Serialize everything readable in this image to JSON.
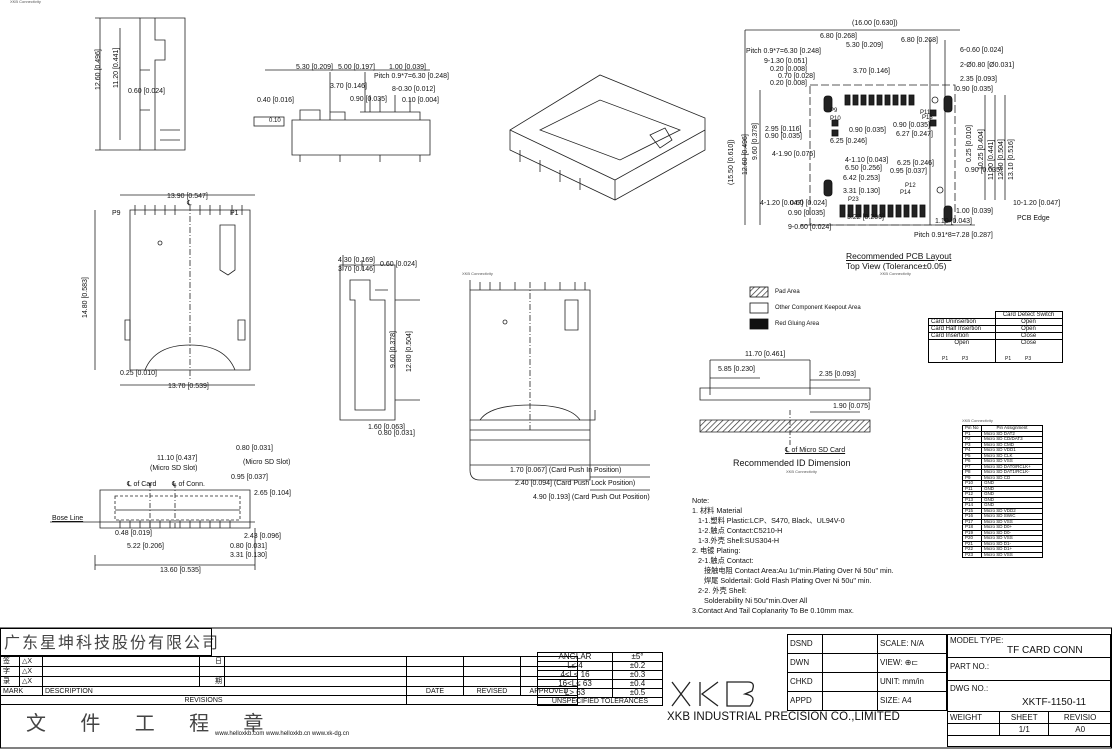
{
  "corner_label": "XKB Connectivity",
  "watermark": "XKB Connectivity",
  "views": {
    "side_left": {
      "h1": "12.60 [0.496]",
      "h2": "11.20 [0.441]",
      "w1": "0.60 [0.024]"
    },
    "side_top": {
      "d1": "5.30 [0.209]",
      "d2": "5.00 [0.197]",
      "d3": "1.00 [0.039]",
      "d4": "Pitch 0.9*7=6.30 [0.248]",
      "d5": "3.70 [0.146]",
      "d6": "8-0.30 [0.012]",
      "d7": "0.90 [0.035]",
      "d8": "0.10 [0.004]",
      "d9": "0.40 [0.016]",
      "flat": "0.10"
    },
    "top": {
      "w": "13.90 [0.547]",
      "p9": "P9",
      "p1": "P1",
      "cl": "℄",
      "h": "14.80 [0.583]",
      "b1": "0.25 [0.010]",
      "b2": "13.70 [0.539]"
    },
    "side2": {
      "a": "4.30 [0.169]",
      "b": "3.70 [0.146]",
      "c": "0.60 [0.024]",
      "d": "9.60 [0.378]",
      "e": "12.80 [0.504]",
      "f": "1.60 [0.063]",
      "g": "0.80 [0.031]"
    },
    "push": {
      "a": "1.70 [0.067] (Card Push In Position)",
      "b": "2.40 [0.094] (Card Push Lock Position)",
      "c": "4.90 [0.193] (Card Push Out Position)"
    },
    "front": {
      "a": "11.10 [0.437]",
      "b": "(Micro SD Slot)",
      "c": "0.80 [0.031]",
      "d": "(Micro SD Slot)",
      "e": "0.95 [0.037]",
      "f": "℄ of Card",
      "g": "℄ of Conn.",
      "h": "2.65 [0.104]",
      "i": "Bose Line",
      "j": "0.48 [0.019]",
      "k": "2.43 [0.096]",
      "l": "0.80 [0.031]",
      "m": "5.22 [0.206]",
      "n": "3.31 [0.130]",
      "o": "13.60 [0.535]"
    }
  },
  "pcb": {
    "top_w": "(16.00 [0.630])",
    "d1": "6.80 [0.268]",
    "d2": "5.30 [0.209]",
    "d3": "6.80 [0.268]",
    "pitch1": "Pitch 0.9*7=6.30 [0.248]",
    "d4": "6-0.60 [0.024]",
    "d5": "9-1.30 [0.051]",
    "d6": "0.20 [0.008]",
    "d7": "0.70 [0.028]",
    "d8": "0.20 [0.008]",
    "d9": "2-Ø0.80 [Ø0.031]",
    "d10": "3.70 [0.146]",
    "d11": "2.35 [0.093]",
    "d12": "0.90 [0.035]",
    "d13": "2.95 [0.116]",
    "d14": "0.90 [0.035]",
    "d15": "0.90 [0.035]",
    "d16": "0.90 [0.035]",
    "d17": "6.27 [0.247]",
    "d18": "6.25 [0.246]",
    "d19": "4-1.90 [0.075]",
    "d20": "4-1.10 [0.043]",
    "d21": "6.50 [0.256]",
    "d22": "6.25 [0.246]",
    "d23": "0.95 [0.037]",
    "d24": "6.42 [0.253]",
    "d25": "0.90 [0.035]",
    "d26": "3.31 [0.130]",
    "d27": "4-1.20 [0.047]",
    "v1": "(15.50 [0.610])",
    "v2": "12.60 [0.496]",
    "v3": "9.60 [0.378]",
    "v4": "0.25 [0.010]",
    "v5": "10.25 [0.404]",
    "v6": "11.20 [0.441]",
    "v7": "12.80 [0.504]",
    "v8": "13.10 [0.516]",
    "d28": "0.60 [0.024]",
    "d29": "0.90 [0.035]",
    "d30": "9-0.60 [0.024]",
    "d31": "5.22 [0.206]",
    "d32": "10-1.20 [0.047]",
    "d33": "1.00 [0.039]",
    "d34": "PCB Edge",
    "d35": "1.10 [0.043]",
    "pitch2": "Pitch 0.91*8=7.28 [0.287]",
    "p": [
      "P9",
      "P10",
      "P11",
      "P12",
      "P13",
      "P14",
      "P23"
    ],
    "caption1": "Recommended PCB Layout",
    "caption2": "Top View (Tolerance±0.05)"
  },
  "legend": [
    {
      "label": "Pad Area",
      "fill": "#444",
      "hatch": true
    },
    {
      "label": "Other Component Keepout Area",
      "fill": "#fff",
      "hatch": false
    },
    {
      "label": "Red Gluing Area",
      "fill": "#111",
      "hatch": false
    }
  ],
  "switch": {
    "header": "Card Detect Switch",
    "rows": [
      [
        "Card Uninsertion",
        "Open"
      ],
      [
        "Card Half Insertion",
        "Open"
      ],
      [
        "Card Insertion",
        "Close"
      ]
    ],
    "open": "Open",
    "close": "Close",
    "pin_a": "P1",
    "pin_b": "P3"
  },
  "id": {
    "w1": "11.70 [0.461]",
    "w2": "5.85 [0.230]",
    "w3": "2.35 [0.093]",
    "w4": "1.90 [0.075]",
    "cl": "℄ of Micro SD Card",
    "title": "Recommended ID Dimension"
  },
  "pins": {
    "header": [
      "Pin No",
      "Pin Assignment"
    ],
    "rows": [
      [
        "P1",
        "Micro SD DAT2"
      ],
      [
        "P2",
        "Micro SD CD/DAT3"
      ],
      [
        "P3",
        "Micro SD CMD"
      ],
      [
        "P4",
        "Micro SD VDD1"
      ],
      [
        "P5",
        "Micro SD CLK"
      ],
      [
        "P6",
        "Micro SD VSS"
      ],
      [
        "P7",
        "Micro SD DAT0/RCLK+"
      ],
      [
        "P8",
        "Micro SD DAT1/RCLK-"
      ],
      [
        "P9",
        "Micro SD CD"
      ],
      [
        "P10",
        "GND"
      ],
      [
        "P11",
        "GND"
      ],
      [
        "P12",
        "GND"
      ],
      [
        "P13",
        "GND"
      ],
      [
        "P14",
        "GND"
      ],
      [
        "P15",
        "Micro SD VDD2"
      ],
      [
        "P16",
        "Micro SD SW/C"
      ],
      [
        "P17",
        "Micro SD VSS"
      ],
      [
        "P18",
        "Micro SD D0+"
      ],
      [
        "P19",
        "Micro SD D0-"
      ],
      [
        "P20",
        "Micro SD VSS"
      ],
      [
        "P21",
        "Micro SD D1-"
      ],
      [
        "P22",
        "Micro SD D1+"
      ],
      [
        "P23",
        "Micro SD VSS"
      ]
    ]
  },
  "notes": [
    "Note:",
    "1. 材料 Material",
    "   1-1.塑料 Plastic:LCP、S470, Black、UL94V-0",
    "   1-2.触点 Contact:C5210-H",
    "   1-3.外壳 Shell:SUS304-H",
    "2. 电镀 Plating:",
    "   2-1.触点 Contact:",
    "      接触电阻 Contact Area:Au 1u\"min.Plating Over Ni 50u\" min.",
    "      焊尾 Soldertail: Gold Flash Plating Over Ni 50u\" min.",
    "   2-2. 外壳 Shell:",
    "      Solderability Ni 50u\"min.Over All",
    "3.Contact And Tail Coplanarity To Be 0.10mm max."
  ],
  "title_block": {
    "company_cn": "广东星坤科技股份有限公司",
    "stamp": "文 件 工 程 章",
    "date_cn": "日",
    "period_cn": "期",
    "mark_rows": [
      "△X",
      "△X",
      "△X"
    ],
    "mark_cn": [
      "签",
      "字",
      "录"
    ],
    "mark": "MARK",
    "description": "DESCRIPTION",
    "date": "DATE",
    "revised": "REVISED",
    "approved": "APPROVED",
    "revisions": "REVISIONS",
    "websites": "www.helloxkb.com   www.helloxkb.cn  www.xk-dg.cn",
    "tol": [
      [
        "ANGLAR",
        "±5°"
      ],
      [
        "L≤  4",
        "±0.2"
      ],
      [
        "4<L≤  16",
        "±0.3"
      ],
      [
        "16<L≤  63",
        "±0.4"
      ],
      [
        "L>  63",
        "±0.5"
      ]
    ],
    "unspec": "UNSPECIFIED TOLERANCES",
    "logo": "XKB",
    "dsnd": "DSND",
    "dwn": "DWN",
    "chkd": "CHKD",
    "appd": "APPD",
    "scale": "SCALE: N/A",
    "view": "VIEW:",
    "unit": "UNIT: mm/in",
    "size": "SIZE: A4",
    "model_label": "MODEL TYPE:",
    "model": "TF CARD  CONN",
    "part_label": "PART NO.:",
    "dwg_label": "DWG NO.:",
    "dwg": "XKTF-1150-11",
    "weight": "WEIGHT",
    "sheet": "SHEET",
    "revisio": "REVISIO",
    "sheet_val": "1/1",
    "rev_val": "A0",
    "company_en": "XKB INDUSTRIAL PRECISION CO.,LIMITED"
  }
}
